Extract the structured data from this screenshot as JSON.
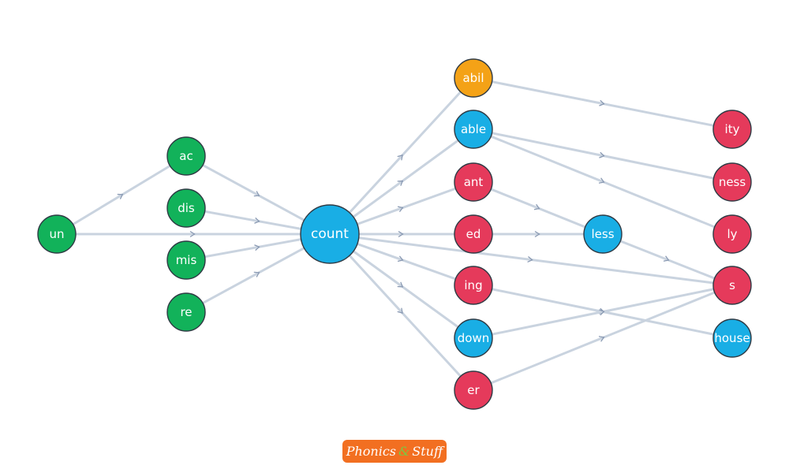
{
  "colors": {
    "green": "#12b25a",
    "blue": "#19aee5",
    "red": "#e53a5b",
    "orange": "#f4a217",
    "edge": "#c9d3df",
    "logo_bg": "#f26f21",
    "logo_amp": "#7ac943"
  },
  "nodes": [
    {
      "id": "un",
      "label": "un",
      "color": "green"
    },
    {
      "id": "ac",
      "label": "ac",
      "color": "green"
    },
    {
      "id": "dis",
      "label": "dis",
      "color": "green"
    },
    {
      "id": "mis",
      "label": "mis",
      "color": "green"
    },
    {
      "id": "re",
      "label": "re",
      "color": "green"
    },
    {
      "id": "count",
      "label": "count",
      "color": "blue"
    },
    {
      "id": "abil",
      "label": "abil",
      "color": "orange"
    },
    {
      "id": "able",
      "label": "able",
      "color": "blue"
    },
    {
      "id": "ant",
      "label": "ant",
      "color": "red"
    },
    {
      "id": "ed",
      "label": "ed",
      "color": "red"
    },
    {
      "id": "ing",
      "label": "ing",
      "color": "red"
    },
    {
      "id": "down",
      "label": "down",
      "color": "blue"
    },
    {
      "id": "er",
      "label": "er",
      "color": "red"
    },
    {
      "id": "less",
      "label": "less",
      "color": "blue"
    },
    {
      "id": "ity",
      "label": "ity",
      "color": "red"
    },
    {
      "id": "ness",
      "label": "ness",
      "color": "red"
    },
    {
      "id": "ly",
      "label": "ly",
      "color": "red"
    },
    {
      "id": "s",
      "label": "s",
      "color": "red"
    },
    {
      "id": "house",
      "label": "house",
      "color": "blue"
    }
  ],
  "edges": [
    [
      "un",
      "ac"
    ],
    [
      "un",
      "count"
    ],
    [
      "ac",
      "count"
    ],
    [
      "dis",
      "count"
    ],
    [
      "mis",
      "count"
    ],
    [
      "re",
      "count"
    ],
    [
      "count",
      "abil"
    ],
    [
      "count",
      "able"
    ],
    [
      "count",
      "ant"
    ],
    [
      "count",
      "ed"
    ],
    [
      "count",
      "ing"
    ],
    [
      "count",
      "down"
    ],
    [
      "count",
      "er"
    ],
    [
      "count",
      "s"
    ],
    [
      "abil",
      "ity"
    ],
    [
      "able",
      "ness"
    ],
    [
      "able",
      "ly"
    ],
    [
      "ant",
      "less"
    ],
    [
      "ed",
      "less"
    ],
    [
      "less",
      "s"
    ],
    [
      "ing",
      "house"
    ],
    [
      "down",
      "s"
    ],
    [
      "er",
      "s"
    ]
  ],
  "logo": {
    "text_left": "Phonics",
    "amp": "&",
    "text_right": "Stuff"
  }
}
